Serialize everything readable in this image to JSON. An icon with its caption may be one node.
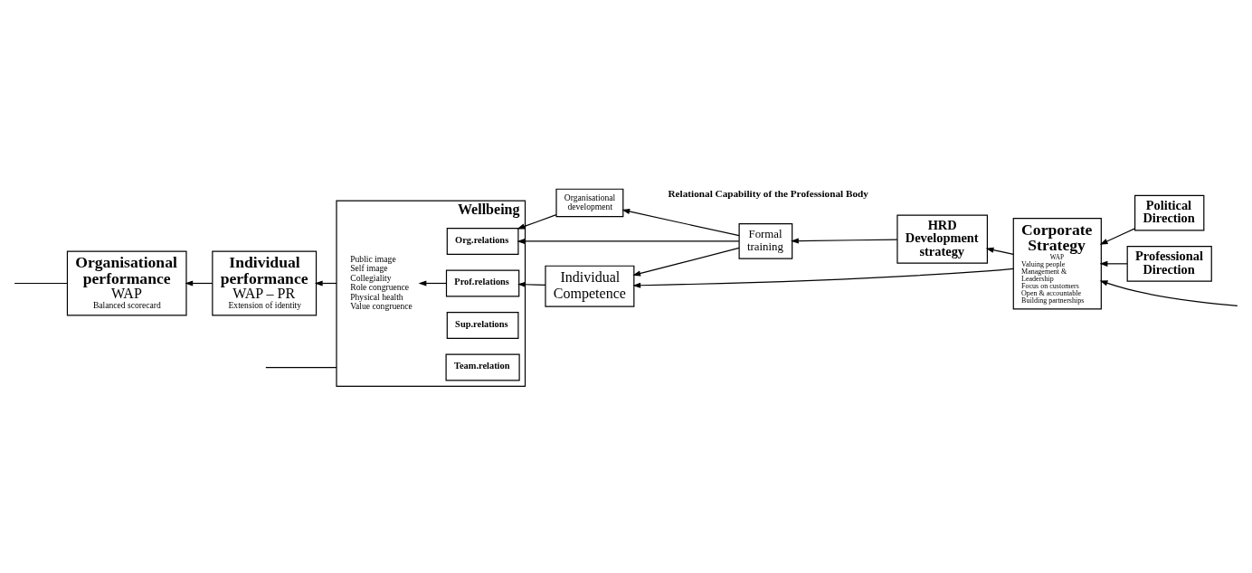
{
  "diagram": {
    "nodes": [
      {
        "text": [
          "Organisational development"
        ]
      },
      {
        "text": [
          "Formal training"
        ]
      },
      {
        "text": [
          "HRD Development strategy"
        ]
      },
      {
        "text": [
          "Wellbeing"
        ]
      },
      {
        "text": [
          "Public image Self image Collegiality Role congruence Physical health Value congruence"
        ],
        "in": 3
      },
      {
        "text": [
          "Org.relations"
        ],
        "in": 3
      },
      {
        "text": [
          "Prof.relations"
        ],
        "in": 3
      },
      {
        "text": [
          "Sup.relations"
        ],
        "in": 3
      },
      {
        "text": [
          "Team.relation"
        ],
        "in": 3
      },
      {
        "text": [
          "Individual Competence"
        ]
      },
      {
        "text": [
          "Corporate Strategy",
          "WAP",
          "Valuing people Management & Leadership Focus on customers Open & accountable Building partnerships"
        ]
      },
      {
        "text": [
          "Political Direction"
        ]
      },
      {
        "text": [
          "Professional Direction"
        ]
      },
      {
        "text": [
          "Individual performance",
          "WAP – PR",
          "Extension of identity"
        ]
      },
      {
        "text": [
          "Organisational performance",
          "WAP",
          "Balanced scorecard"
        ]
      }
    ],
    "edges": [
      {
        "from": 1,
        "to": 0,
        "arrow": "to"
      },
      {
        "from": 2,
        "to": 1,
        "arrow": "to"
      },
      {
        "from": 10,
        "to": 2,
        "arrow": "to"
      },
      {
        "from": 0,
        "to": 5,
        "arrow": "to"
      },
      {
        "from": 1,
        "to": 5,
        "arrow": "to"
      },
      {
        "from": 1,
        "to": 9,
        "arrow": "to"
      },
      {
        "from": 11,
        "to": 10,
        "arrow": "to"
      },
      {
        "from": 12,
        "to": 10,
        "arrow": "to"
      },
      {
        "from": 10,
        "to": 9,
        "arrow": "to"
      },
      {
        "from": 9,
        "to": 6,
        "arrow": "to"
      },
      {
        "from": 6,
        "to": 4,
        "arrow": "to"
      },
      {
        "from": 3,
        "to": 13,
        "arrow": "to"
      },
      {
        "from": 13,
        "to": 14,
        "arrow": "to"
      },
      {
        "from": 14,
        "to": null,
        "arrow": "none"
      },
      {
        "from": 3,
        "to": null,
        "arrow": "none"
      },
      {
        "from": null,
        "to": 10,
        "arrow": "to"
      }
    ],
    "labels": [
      "Relational Capability of the Professional Body"
    ]
  }
}
